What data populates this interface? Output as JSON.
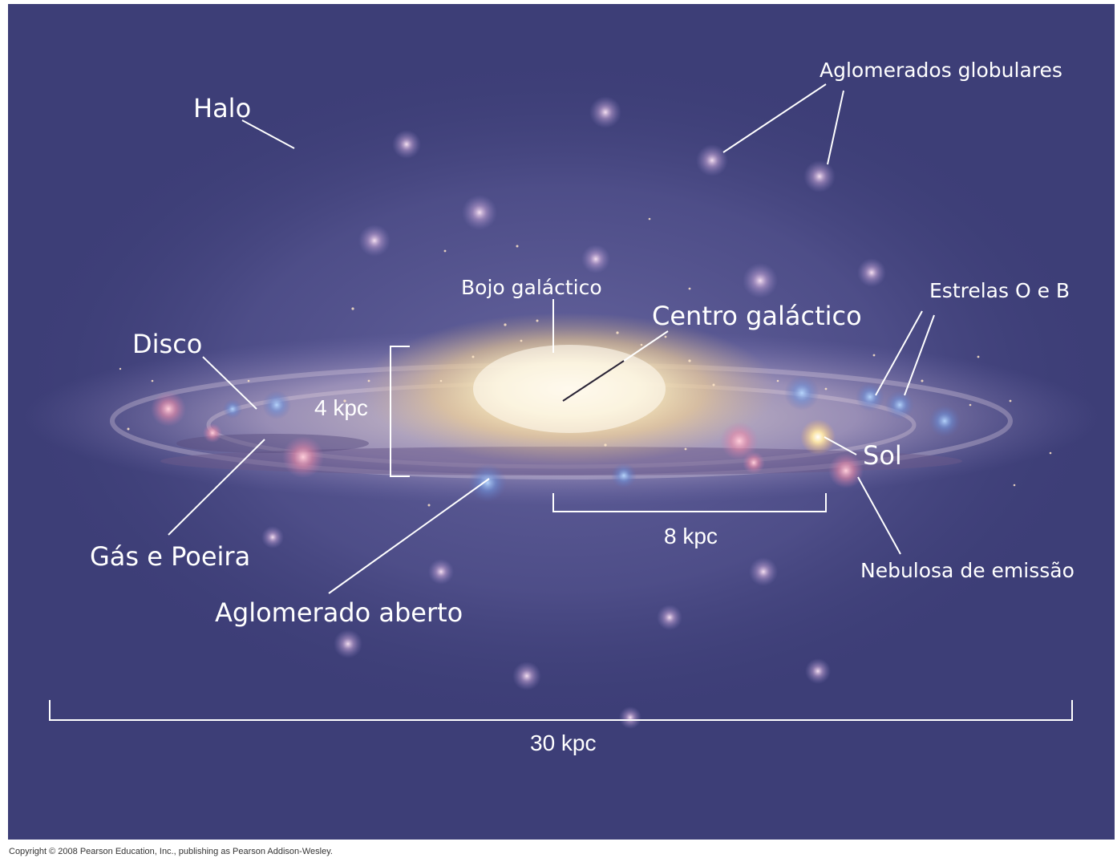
{
  "labels": {
    "halo": "Halo",
    "globular": "Aglomerados globulares",
    "bulge": "Bojo galáctico",
    "center": "Centro galáctico",
    "ob_stars": "Estrelas O e B",
    "disk": "Disco",
    "gas_dust": "Gás e Poeira",
    "open_cluster": "Aglomerado aberto",
    "sun": "Sol",
    "emission_nebula": "Nebulosa de emissão"
  },
  "scales": {
    "bulge_height": "4 kpc",
    "sun_distance": "8 kpc",
    "disk_diameter": "30 kpc"
  },
  "copyright": "Copyright © 2008 Pearson Education, Inc., publishing as Pearson Addison-Wesley.",
  "colors": {
    "background": "#3d3e77",
    "label": "#ffffff",
    "bulge_core": "#fff4dc",
    "sun": "#ffe9a8"
  }
}
